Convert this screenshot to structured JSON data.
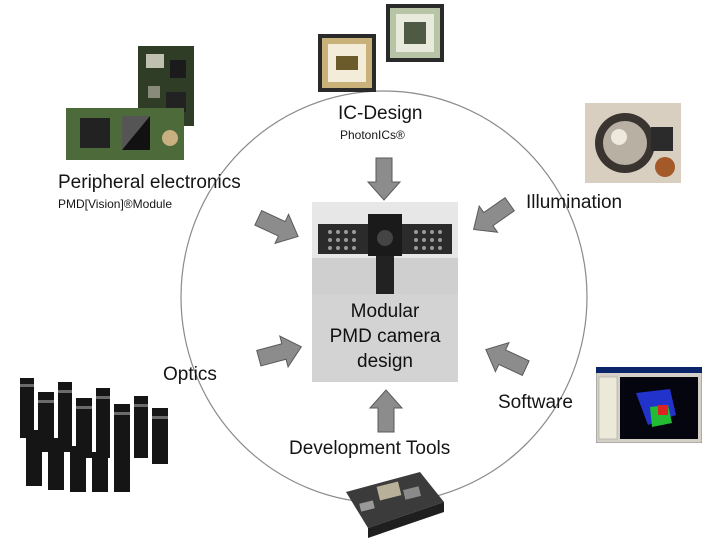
{
  "center": {
    "line1": "Modular",
    "line2": "PMD camera",
    "line3": "design"
  },
  "nodes": {
    "ic_design": {
      "title": "IC-Design",
      "subtitle": "PhotonICs®"
    },
    "peripheral": {
      "title": "Peripheral electronics",
      "subtitle": "PMD[Vision]®Module"
    },
    "illumination": {
      "title": "Illumination"
    },
    "optics": {
      "title": "Optics"
    },
    "software": {
      "title": "Software"
    },
    "dev_tools": {
      "title": "Development Tools"
    }
  },
  "colors": {
    "arrow_fill": "#8c8c8c",
    "arrow_stroke": "#5a5a5a",
    "circle": "#8a8a8a",
    "center_label_bg": "#d3d3d3"
  },
  "icons": [
    "chip-photo",
    "pcb-photo",
    "led-photo",
    "lens-photo",
    "screenshot-photo",
    "board-photo",
    "camera-photo"
  ]
}
